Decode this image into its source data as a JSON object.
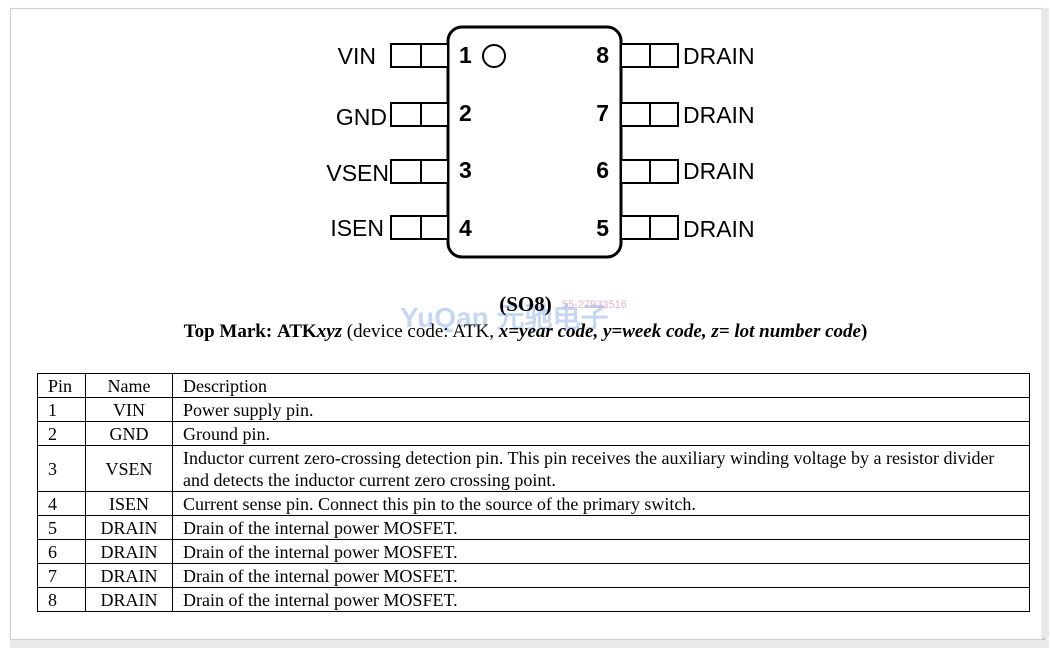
{
  "pinout": {
    "left_pins": [
      {
        "num": "1",
        "label": "VIN"
      },
      {
        "num": "2",
        "label": "GND"
      },
      {
        "num": "3",
        "label": "VSEN"
      },
      {
        "num": "4",
        "label": "ISEN"
      }
    ],
    "right_pins": [
      {
        "num": "8",
        "label": "DRAIN"
      },
      {
        "num": "7",
        "label": "DRAIN"
      },
      {
        "num": "6",
        "label": "DRAIN"
      },
      {
        "num": "5",
        "label": "DRAIN"
      }
    ]
  },
  "package": "(SO8)",
  "top_mark": {
    "label": "Top Mark:",
    "code_prefix": "ATK",
    "code_suffix": "xyz",
    "open": "(device code: ATK,",
    "x_note": "x=year code, y=week code, z= lot number code",
    "close": ")"
  },
  "watermark": {
    "text": "YuQan 元驰电子",
    "number": "55-27933516"
  },
  "table": {
    "headers": [
      "Pin",
      "Name",
      "Description"
    ],
    "rows": [
      {
        "pin": "1",
        "name": "VIN",
        "desc": "Power supply pin."
      },
      {
        "pin": "2",
        "name": "GND",
        "desc": "Ground pin."
      },
      {
        "pin": "3",
        "name": "VSEN",
        "desc": "Inductor current zero-crossing detection pin. This pin receives the auxiliary winding voltage by a resistor divider and detects the inductor current zero crossing point."
      },
      {
        "pin": "4",
        "name": "ISEN",
        "desc": "Current sense pin. Connect this pin to the source of the primary switch."
      },
      {
        "pin": "5",
        "name": "DRAIN",
        "desc": "Drain of the internal power MOSFET."
      },
      {
        "pin": "6",
        "name": "DRAIN",
        "desc": "Drain of the internal power MOSFET."
      },
      {
        "pin": "7",
        "name": "DRAIN",
        "desc": "Drain of the internal power MOSFET."
      },
      {
        "pin": "8",
        "name": "DRAIN",
        "desc": "Drain of the internal power MOSFET."
      }
    ]
  }
}
